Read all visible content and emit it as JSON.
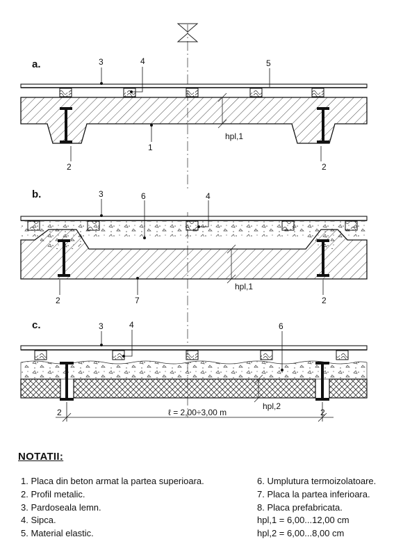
{
  "sections": [
    {
      "letter": "a.",
      "callouts": [
        "3",
        "4",
        "5",
        "1",
        "2",
        "2"
      ],
      "dim_label": "hpl,1"
    },
    {
      "letter": "b.",
      "callouts": [
        "3",
        "6",
        "4",
        "2",
        "7",
        "2"
      ],
      "dim_label": "hpl,1"
    },
    {
      "letter": "c.",
      "callouts": [
        "3",
        "4",
        "6",
        "2",
        "2"
      ],
      "dim_label": "hpl,2",
      "span_label": "ℓ = 2,00÷3,00 m"
    }
  ],
  "notes": {
    "title": "NOTATII:",
    "left": [
      "1. Placa din beton armat la partea superioara.",
      "2. Profil metalic.",
      "3. Pardoseala lemn.",
      "4. Sipca.",
      "5. Material elastic."
    ],
    "right": [
      "6. Umplutura termoizolatoare.",
      "7. Placa la partea inferioara.",
      "8. Placa prefabricata.",
      "hpl,1 = 6,00...12,00 cm",
      "hpl,2 = 6,00...8,00 cm"
    ]
  },
  "colors": {
    "ink": "#111111",
    "paper": "#ffffff"
  }
}
